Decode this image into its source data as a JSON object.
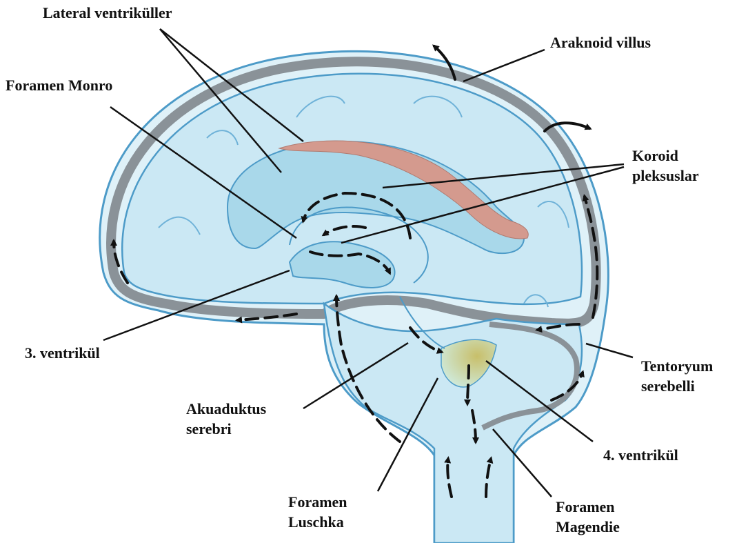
{
  "labels": {
    "lateral_ventricles": "Lateral ventriküller",
    "foramen_monro": "Foramen Monro",
    "arachnoid_villus": "Araknoid villus",
    "choroid_plexus": [
      "Koroid",
      "pleksuslar"
    ],
    "third_ventricle": "3. ventrikül",
    "tentorium": [
      "Tentoryum",
      "serebelli"
    ],
    "aqueduct": [
      "Akuaduktus",
      "serebri"
    ],
    "fourth_ventricle": "4. ventrikül",
    "foramen_luschka": [
      "Foramen",
      "Luschka"
    ],
    "foramen_magendie": [
      "Foramen",
      "Magendie"
    ]
  },
  "colors": {
    "csf_fill": "#cfeaf5",
    "ventricle_fill": "#a9d8ea",
    "outline": "#4d9bc8",
    "dura_gray": "#8a9298",
    "choroid_pink": "#d49a8e",
    "fourth_ventricle": "#cfc98a",
    "arrow": "#111111",
    "leader_line": "#111111"
  }
}
